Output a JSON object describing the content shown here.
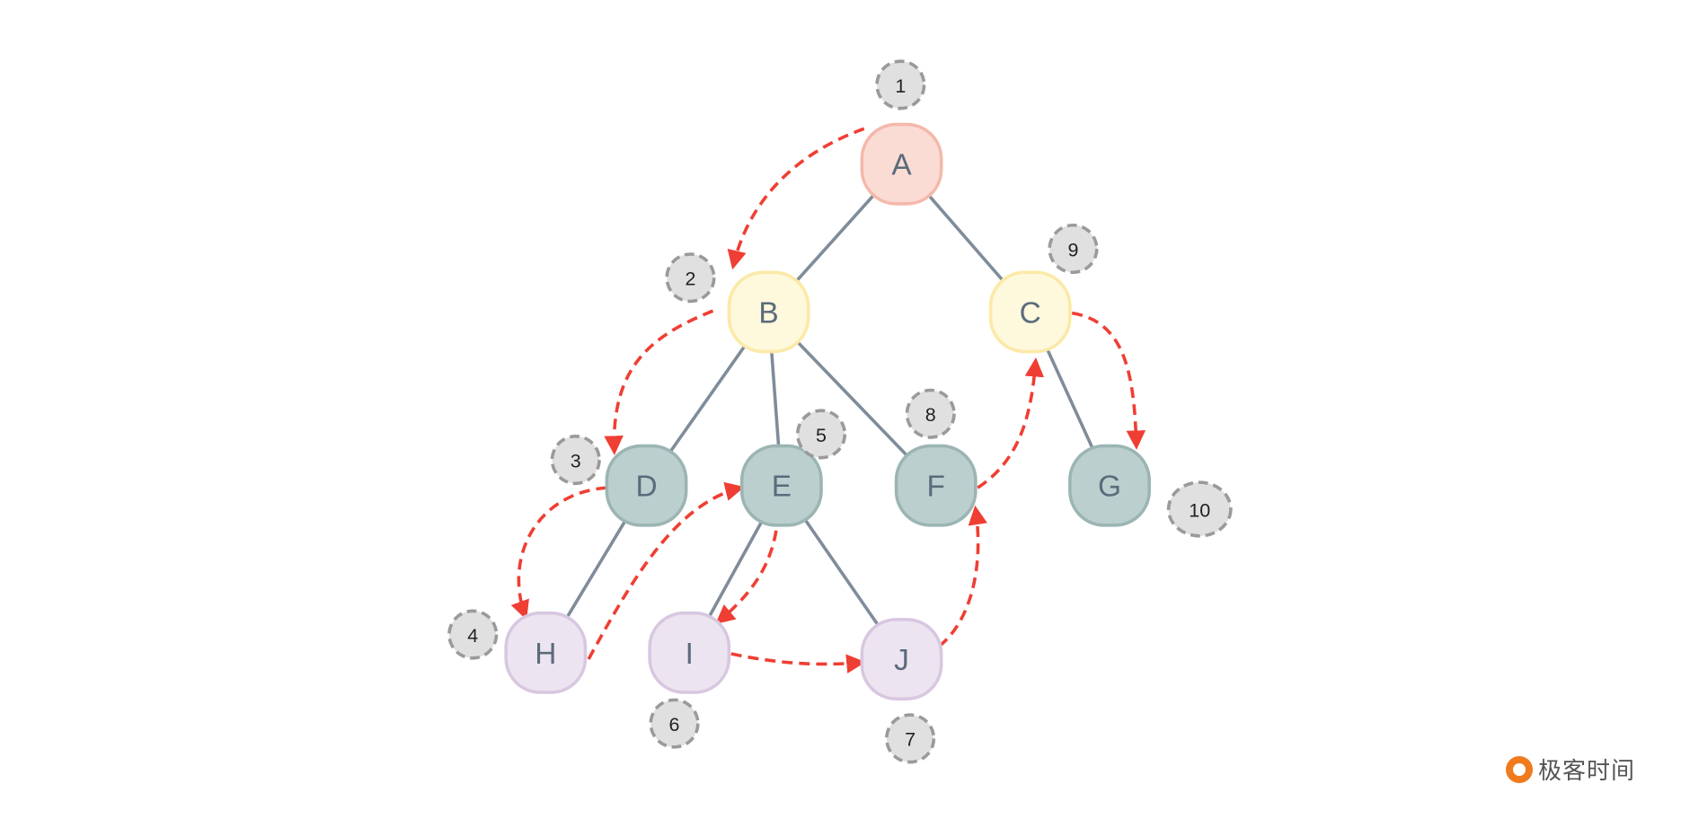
{
  "nodes": [
    {
      "id": "A",
      "label": "A",
      "level": 0
    },
    {
      "id": "B",
      "label": "B",
      "level": 1
    },
    {
      "id": "C",
      "label": "C",
      "level": 1
    },
    {
      "id": "D",
      "label": "D",
      "level": 2
    },
    {
      "id": "E",
      "label": "E",
      "level": 2
    },
    {
      "id": "F",
      "label": "F",
      "level": 2
    },
    {
      "id": "G",
      "label": "G",
      "level": 2
    },
    {
      "id": "H",
      "label": "H",
      "level": 3
    },
    {
      "id": "I",
      "label": "I",
      "level": 3
    },
    {
      "id": "J",
      "label": "J",
      "level": 3
    }
  ],
  "edges": [
    [
      "A",
      "B"
    ],
    [
      "A",
      "C"
    ],
    [
      "B",
      "D"
    ],
    [
      "B",
      "E"
    ],
    [
      "B",
      "F"
    ],
    [
      "C",
      "G"
    ],
    [
      "D",
      "H"
    ],
    [
      "E",
      "I"
    ],
    [
      "E",
      "J"
    ]
  ],
  "traversal_order": [
    "A",
    "B",
    "D",
    "H",
    "E",
    "I",
    "J",
    "F",
    "C",
    "G"
  ],
  "step_badges": [
    "1",
    "2",
    "3",
    "4",
    "5",
    "6",
    "7",
    "8",
    "9",
    "10"
  ],
  "colors": {
    "level_fill": [
      "#fbdcd5",
      "#fef8dc",
      "#bccfcf",
      "#ede4f1"
    ],
    "level_stroke": [
      "#f4b8aa",
      "#fbe9a6",
      "#9bb5b3",
      "#d8c7e0"
    ],
    "edge": "#7f8c99",
    "arrow": "#ef3e33",
    "label": "#5b6b7b",
    "badge_fill": "#e0e0e0",
    "badge_stroke": "#9a9a9a"
  },
  "logo": {
    "text": "极客时间"
  }
}
